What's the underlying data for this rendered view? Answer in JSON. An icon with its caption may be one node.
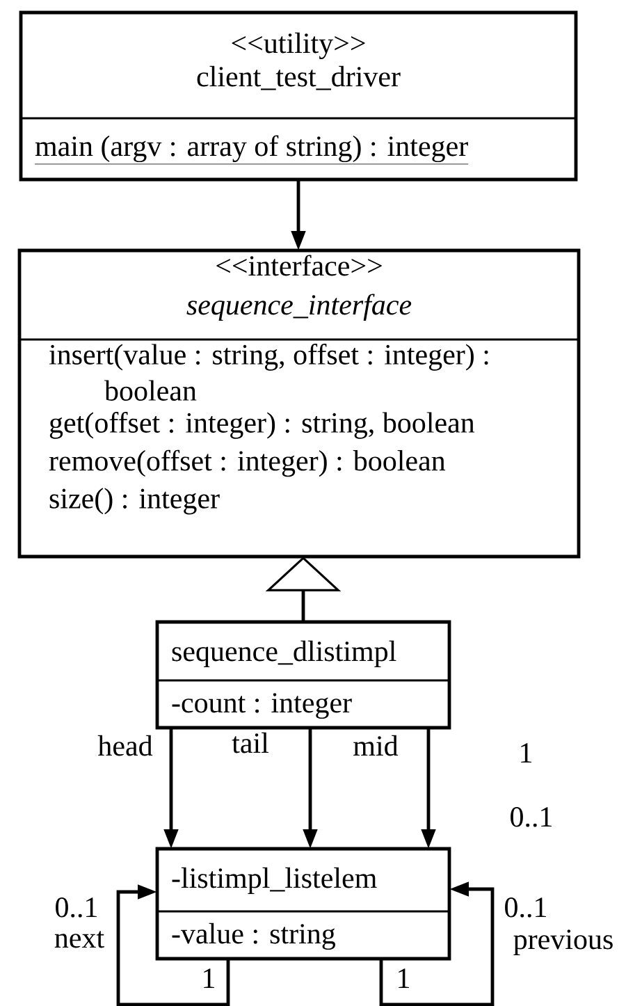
{
  "diagram": {
    "nodes": [
      {
        "text": [
          "<<utility>>",
          "client_test_driver",
          "main (argv : array of string) : integer"
        ]
      },
      {
        "text": [
          "<<interface>>",
          "sequence_interface",
          "insert(value : string, offset : integer) : boolean",
          "get(offset : integer) : string, boolean",
          "remove(offset : integer) : boolean",
          "size() : integer"
        ]
      },
      {
        "text": [
          "sequence_dlistimpl",
          "-count : integer"
        ]
      },
      {
        "text": [
          "-listimpl_listelem",
          "-value : string"
        ]
      }
    ],
    "edges": [
      {
        "from": 0,
        "to": 1,
        "arrow": "to"
      },
      {
        "from": 2,
        "to": 1,
        "arrow": "to"
      },
      {
        "from": 2,
        "to": 3,
        "arrow": "to",
        "label": "head"
      },
      {
        "from": 2,
        "to": 3,
        "arrow": "to",
        "label": "tail"
      },
      {
        "from": 2,
        "to": 3,
        "arrow": "to",
        "label": "mid"
      },
      {
        "from": 3,
        "to": 3,
        "arrow": "to",
        "label": "next"
      },
      {
        "from": 3,
        "to": 3,
        "arrow": "to",
        "label": "previous"
      }
    ],
    "labels": [
      "1",
      "0..1",
      "0..1",
      "1",
      "0..1",
      "1"
    ]
  }
}
